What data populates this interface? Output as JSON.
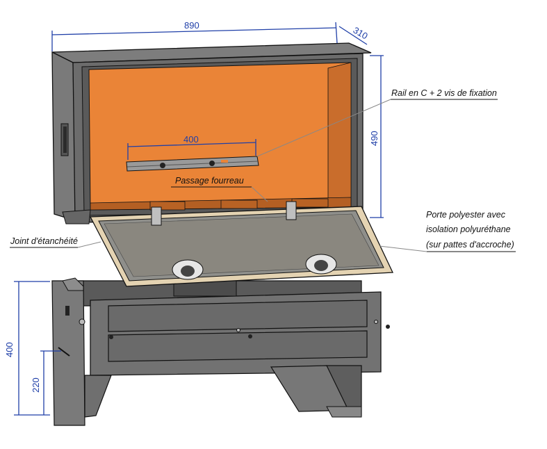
{
  "dimensions": {
    "width": "890",
    "depth": "310",
    "height_top": "490",
    "rail": "400",
    "height_base": "400",
    "height_low": "220"
  },
  "labels": {
    "rail": "Rail en C + 2 vis de fixation",
    "fourreau": "Passage fourreau",
    "joint": "Joint d'étanchéité",
    "porte_1": "Porte polyester avec",
    "porte_2": "isolation polyuréthane",
    "porte_3": "(sur pattes d'accroche)"
  },
  "colors": {
    "dimension": "#1f3fa8",
    "interior": "#ea8437",
    "body": "#6d6d6d"
  }
}
